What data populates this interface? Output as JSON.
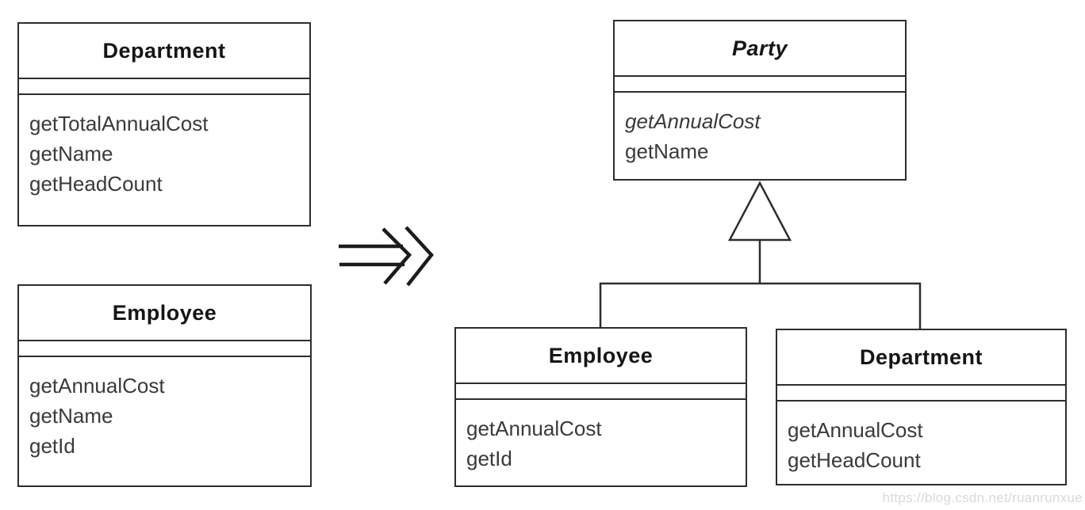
{
  "diagram": {
    "before": {
      "department": {
        "title": "Department",
        "attributes": [],
        "methods": [
          {
            "name": "getTotalAnnualCost",
            "abstract": false
          },
          {
            "name": "getName",
            "abstract": false
          },
          {
            "name": "getHeadCount",
            "abstract": false
          }
        ]
      },
      "employee": {
        "title": "Employee",
        "attributes": [],
        "methods": [
          {
            "name": "getAnnualCost",
            "abstract": false
          },
          {
            "name": "getName",
            "abstract": false
          },
          {
            "name": "getId",
            "abstract": false
          }
        ]
      }
    },
    "after": {
      "party": {
        "title": "Party",
        "abstract": true,
        "attributes": [],
        "methods": [
          {
            "name": "getAnnualCost",
            "abstract": true
          },
          {
            "name": "getName",
            "abstract": false
          }
        ]
      },
      "employee": {
        "title": "Employee",
        "attributes": [],
        "methods": [
          {
            "name": "getAnnualCost",
            "abstract": false
          },
          {
            "name": "getId",
            "abstract": false
          }
        ]
      },
      "department": {
        "title": "Department",
        "attributes": [],
        "methods": [
          {
            "name": "getAnnualCost",
            "abstract": false
          },
          {
            "name": "getHeadCount",
            "abstract": false
          }
        ]
      }
    },
    "icons": {
      "transform_arrow": "double-right-arrow-icon",
      "generalization": "hollow-triangle-icon"
    }
  },
  "watermark": {
    "text": "https://blog.csdn.net/ruanrunxue"
  },
  "colors": {
    "background": "#ffffff",
    "line": "#2d2d2d",
    "arrow": "#1c1c1c",
    "title_text": "#151515",
    "method_text": "#3a3a3a",
    "watermark_text": "#d9d9d9"
  }
}
